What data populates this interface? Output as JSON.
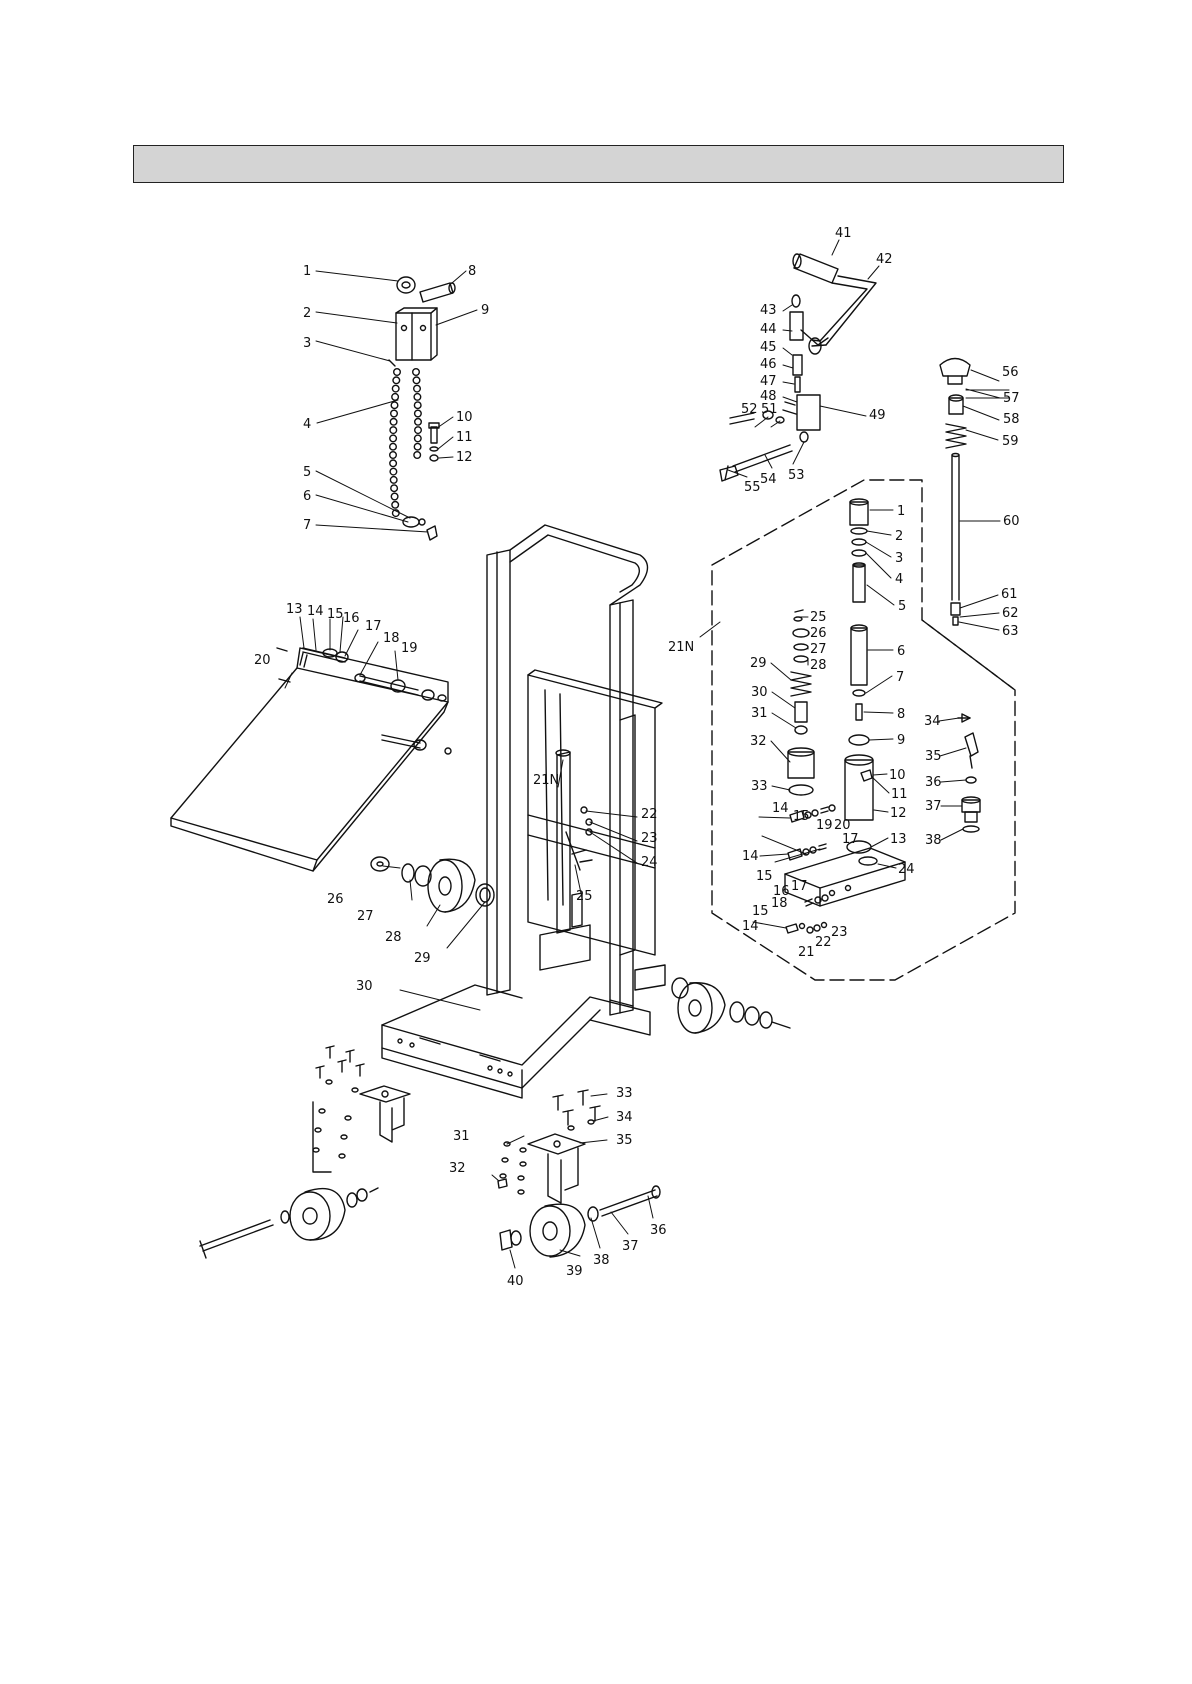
{
  "header_bar": {
    "text": ""
  },
  "callouts": {
    "main": {
      "1": "1",
      "2": "2",
      "3": "3",
      "4": "4",
      "5": "5",
      "6": "6",
      "7": "7",
      "8": "8",
      "9": "9",
      "10": "10",
      "11": "11",
      "12": "12",
      "13": "13",
      "14": "14",
      "15": "15",
      "16": "16",
      "17": "17",
      "18": "18",
      "19": "19",
      "20": "20",
      "21N_pump": "21N",
      "22": "22",
      "23": "23",
      "24": "24",
      "25": "25",
      "26": "26",
      "27": "27",
      "28": "28",
      "29": "29",
      "30": "30",
      "31": "31",
      "32": "32",
      "33": "33",
      "34": "34",
      "35": "35",
      "36": "36",
      "37": "37",
      "38": "38",
      "39": "39",
      "40": "40",
      "41": "41",
      "42": "42",
      "43": "43",
      "44": "44",
      "45": "45",
      "46": "46",
      "47": "47",
      "48": "48",
      "49": "49",
      "51": "51",
      "52": "52",
      "53": "53",
      "54": "54",
      "55": "55",
      "56": "56",
      "57": "57",
      "58": "58",
      "59": "59",
      "60": "60",
      "61": "61",
      "62": "62",
      "63": "63"
    },
    "detail": {
      "21N_group": "21N",
      "d1": "1",
      "d2": "2",
      "d3": "3",
      "d4": "4",
      "d5": "5",
      "d6": "6",
      "d7": "7",
      "d8": "8",
      "d9": "9",
      "d10": "10",
      "d11": "11",
      "d12": "12",
      "d13": "13",
      "d14a": "14",
      "d14b": "14",
      "d14c": "14",
      "d15a": "15",
      "d15b": "15",
      "d15c": "15",
      "d16": "16",
      "d17a": "17",
      "d17b": "17",
      "d18": "18",
      "d19": "19",
      "d20": "20",
      "d21": "21",
      "d22": "22",
      "d23": "23",
      "d24": "24",
      "d25": "25",
      "d26": "26",
      "d27": "27",
      "d28": "28",
      "d29": "29",
      "d30": "30",
      "d31": "31",
      "d32": "32",
      "d33": "33",
      "d34": "34",
      "d35": "35",
      "d36": "36",
      "d37": "37",
      "d38": "38"
    }
  }
}
